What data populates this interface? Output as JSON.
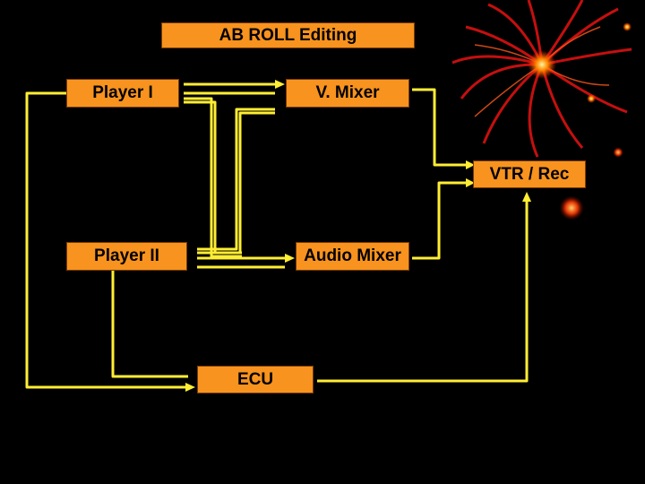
{
  "diagram": {
    "title": "AB ROLL Editing",
    "nodes": {
      "player1": "Player I",
      "vmixer": "V. Mixer",
      "vtr": "VTR / Rec",
      "player2": "Player II",
      "amixer": "Audio Mixer",
      "ecu": "ECU"
    }
  },
  "colors": {
    "background": "#000000",
    "box_fill": "#f7931e",
    "connector": "#ffee33"
  },
  "decoration": "fireworks-image"
}
